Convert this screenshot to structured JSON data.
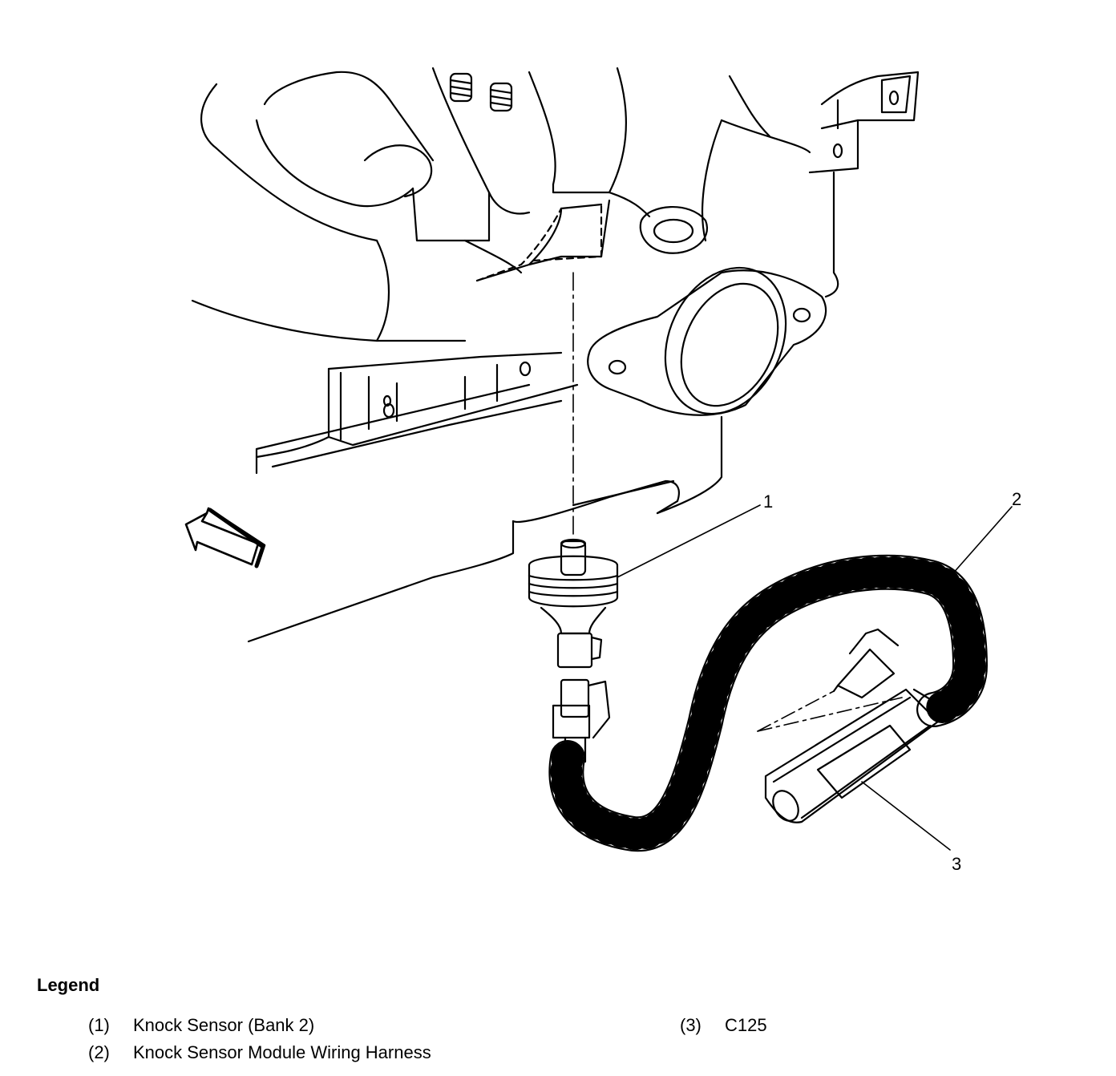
{
  "callouts": [
    "1",
    "2",
    "3"
  ],
  "legend": {
    "title": "Legend",
    "items": [
      {
        "num": "(1)",
        "label": "Knock Sensor (Bank 2)"
      },
      {
        "num": "(2)",
        "label": "Knock Sensor Module Wiring Harness"
      },
      {
        "num": "(3)",
        "label": "C125"
      }
    ]
  }
}
